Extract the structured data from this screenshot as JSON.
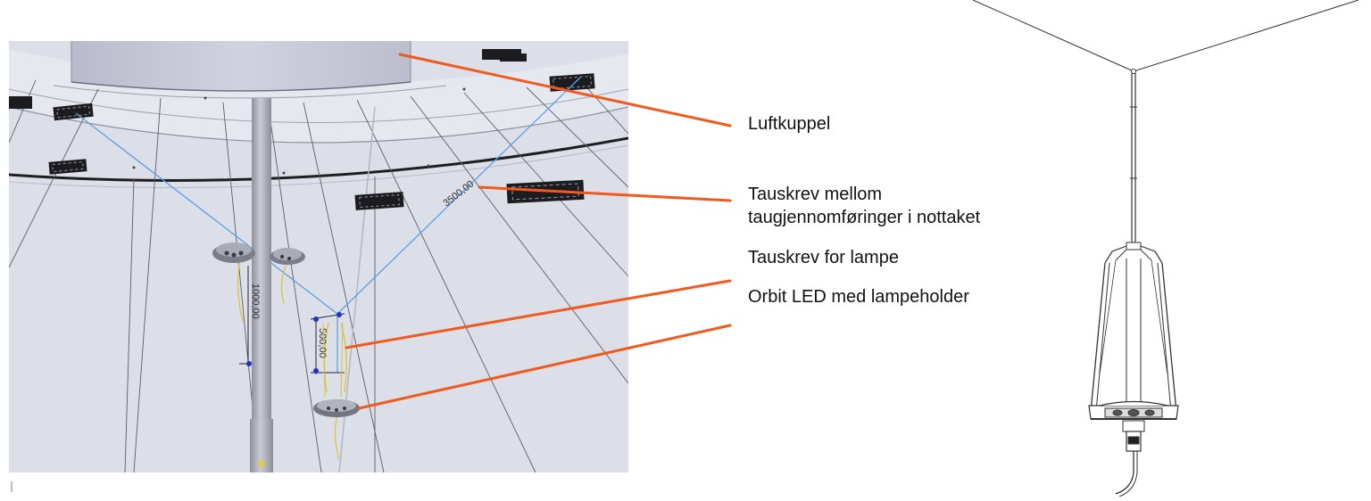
{
  "labels": {
    "luftkuppel": "Luftkuppel",
    "tauskrev_mellom": "Tauskrev mellom\ntaugjennomføringer i nottaket",
    "tauskrev_lampe": "Tauskrev for lampe",
    "orbit_led": "Orbit LED med lampeholder"
  },
  "dimensions": {
    "rope_span": "3500,00",
    "lamp_drop": "1000,00",
    "lamp_rope": "500,00"
  },
  "colors": {
    "callout": "#f05a1e",
    "cad_background": "#dcdee8",
    "rope_blue": "#5aa0e6",
    "wire_yellow": "#d8c23a",
    "pole": "#aeb0bc"
  }
}
